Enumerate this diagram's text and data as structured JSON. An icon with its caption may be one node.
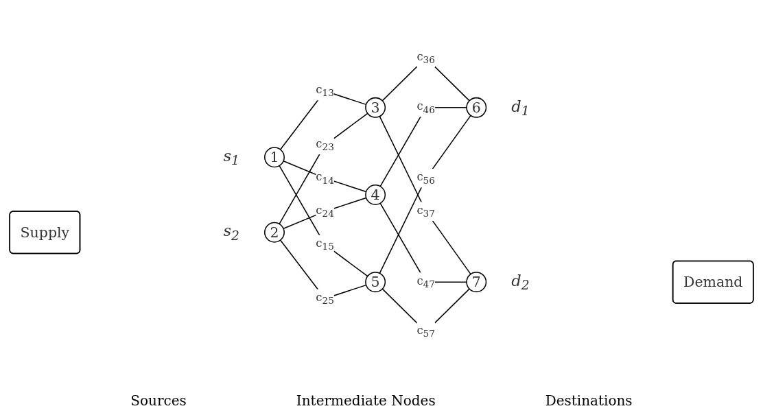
{
  "diagram": {
    "nodes": [
      {
        "text": [
          "1"
        ],
        "beside": [
          "s$_{1}$"
        ]
      },
      {
        "text": [
          "2"
        ],
        "beside": [
          "s$_{2}$"
        ]
      },
      {
        "text": [
          "3"
        ]
      },
      {
        "text": [
          "4"
        ]
      },
      {
        "text": [
          "5"
        ]
      },
      {
        "text": [
          "6"
        ],
        "beside": [
          "d$_{1}$"
        ]
      },
      {
        "text": [
          "7"
        ],
        "beside": [
          "d$_{2}$"
        ]
      },
      {
        "text": [
          "Supply"
        ]
      },
      {
        "text": [
          "Demand"
        ]
      }
    ],
    "edges": [
      {
        "from": 0,
        "to": 2,
        "arrow": "none",
        "label": "c$_{13}$"
      },
      {
        "from": 0,
        "to": 3,
        "arrow": "none",
        "label": "c$_{14}$"
      },
      {
        "from": 0,
        "to": 4,
        "arrow": "none",
        "label": "c$_{15}$"
      },
      {
        "from": 1,
        "to": 2,
        "arrow": "none",
        "label": "c$_{23}$"
      },
      {
        "from": 1,
        "to": 3,
        "arrow": "none",
        "label": "c$_{24}$"
      },
      {
        "from": 1,
        "to": 4,
        "arrow": "none",
        "label": "c$_{25}$"
      },
      {
        "from": 2,
        "to": 5,
        "arrow": "none",
        "label": "c$_{36}$"
      },
      {
        "from": 2,
        "to": 6,
        "arrow": "none",
        "label": "c$_{37}$"
      },
      {
        "from": 3,
        "to": 5,
        "arrow": "none",
        "label": "c$_{46}$"
      },
      {
        "from": 3,
        "to": 6,
        "arrow": "none",
        "label": "c$_{47}$"
      },
      {
        "from": 4,
        "to": 5,
        "arrow": "none",
        "label": "c$_{56}$"
      },
      {
        "from": 4,
        "to": 6,
        "arrow": "none",
        "label": "c$_{57}$"
      }
    ],
    "labels": [
      "Sources",
      "Intermediate Nodes",
      "Destinations"
    ]
  }
}
